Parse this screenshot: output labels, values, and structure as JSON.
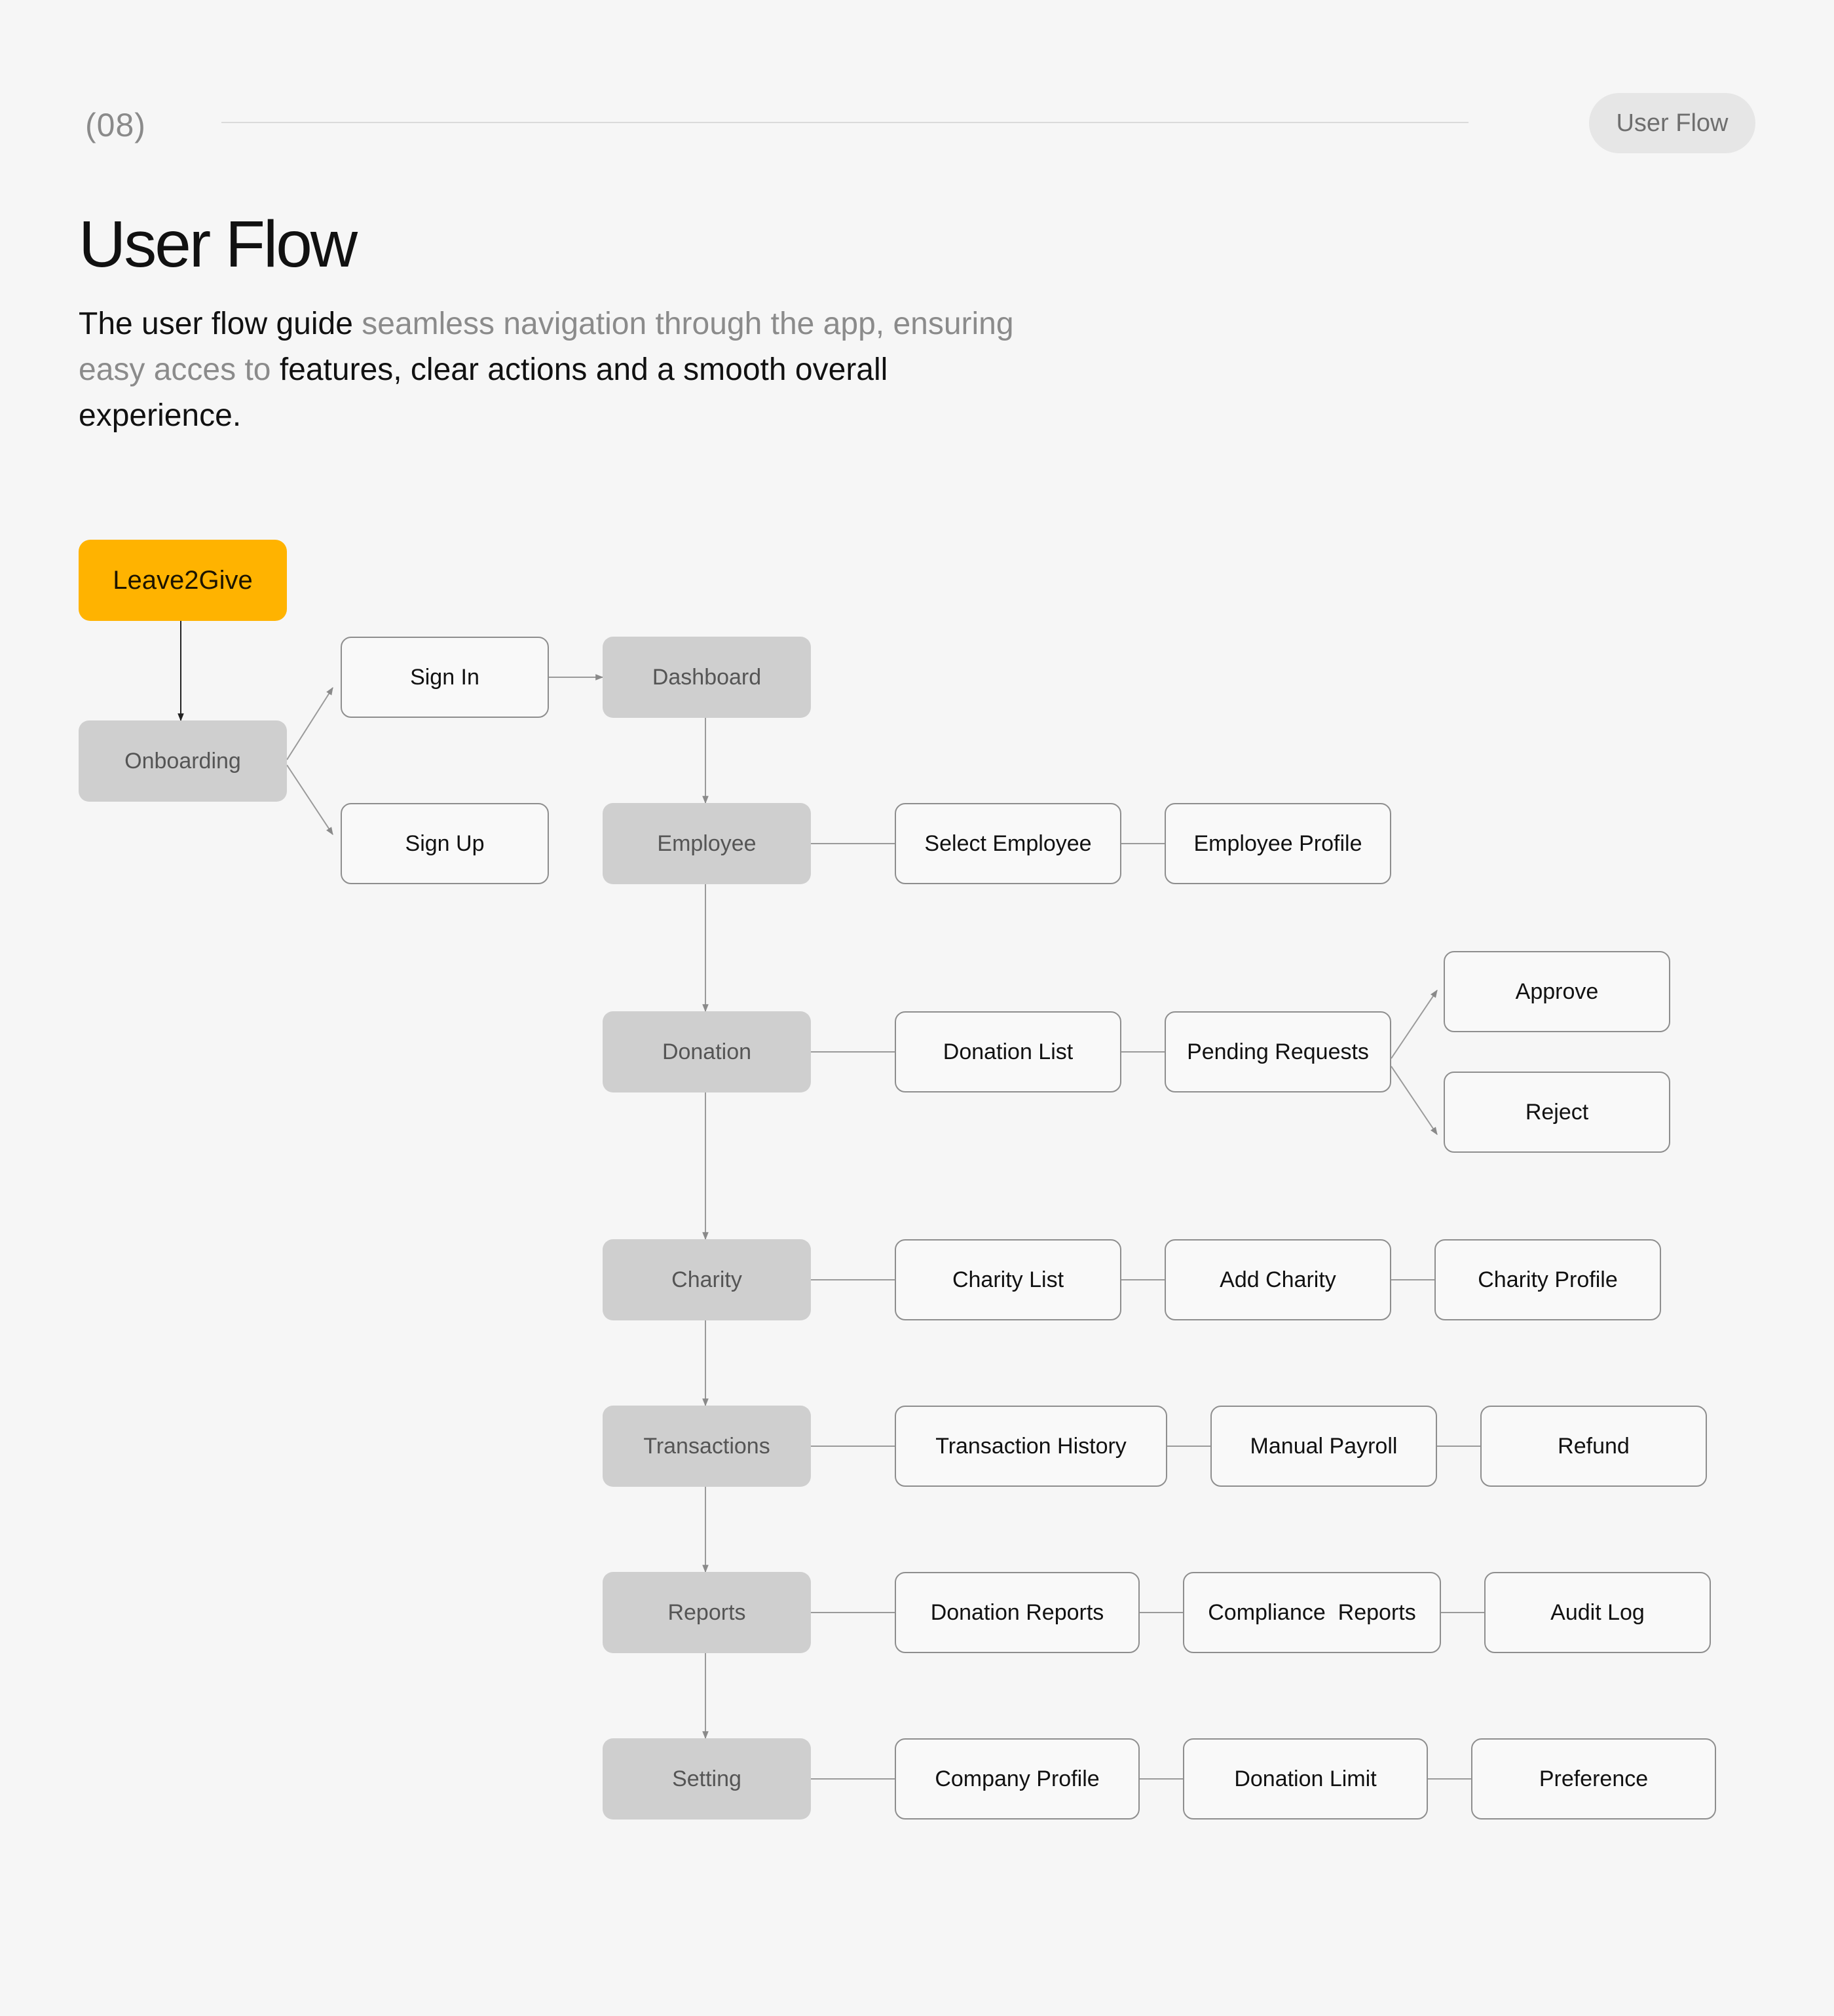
{
  "header": {
    "section_number": "(08)",
    "pill_label": "User Flow"
  },
  "page": {
    "title": "User Flow",
    "intro_dark_1": "The user flow guide",
    "intro_muted": " seamless navigation through the app, ensuring easy acces to",
    "intro_dark_2": " features, clear actions and a smooth overall experience."
  },
  "diagram": {
    "brand": "Leave2Give",
    "onboarding": "Onboarding",
    "sign_in": "Sign In",
    "sign_up": "Sign Up",
    "dashboard": "Dashboard",
    "employee": {
      "module": "Employee",
      "steps": [
        "Select Employee",
        "Employee Profile"
      ]
    },
    "donation": {
      "module": "Donation",
      "steps": [
        "Donation List",
        "Pending Requests"
      ],
      "branches": [
        "Approve",
        "Reject"
      ]
    },
    "charity": {
      "module": "Charity",
      "steps": [
        "Charity List",
        "Add Charity",
        "Charity Profile"
      ]
    },
    "transactions": {
      "module": "Transactions",
      "steps": [
        "Transaction History",
        "Manual Payroll",
        "Refund"
      ]
    },
    "reports": {
      "module": "Reports",
      "steps": [
        "Donation Reports",
        "Compliance  Reports",
        "Audit Log"
      ]
    },
    "setting": {
      "module": "Setting",
      "steps": [
        "Company Profile",
        "Donation Limit",
        "Preference"
      ]
    },
    "colors": {
      "brand": "#ffb300",
      "module_fill": "#cfcfcf",
      "outline": "#8e8e8e",
      "connector": "#9a9a9a"
    }
  }
}
